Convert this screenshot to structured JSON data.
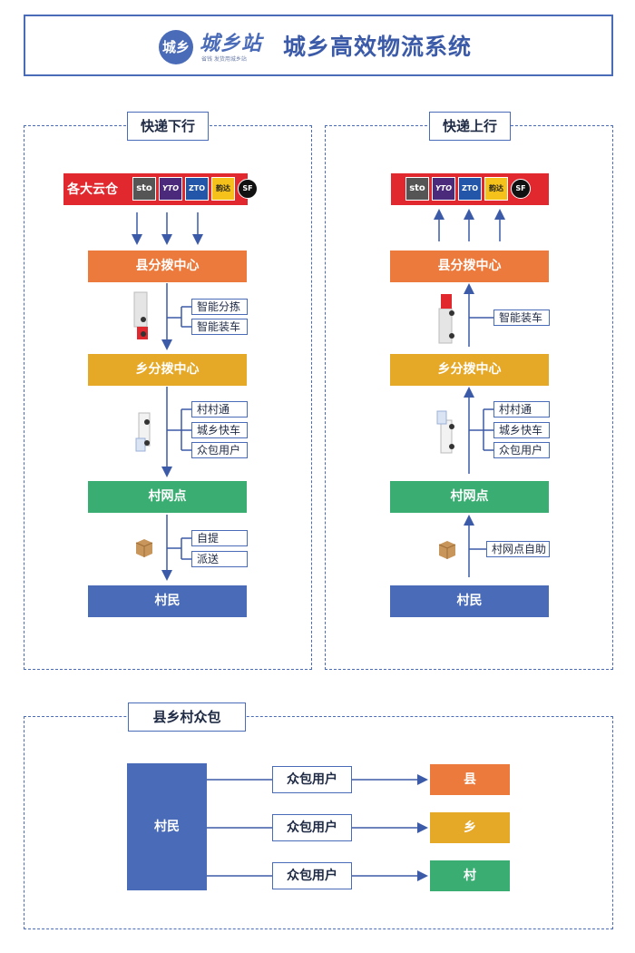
{
  "header": {
    "logo_badge": "城乡",
    "logo_text": "城乡站",
    "logo_slogan": "省钱 发货用城乡站",
    "title": "城乡高效物流系统"
  },
  "carriers": [
    "sto",
    "YTO",
    "ZTO",
    "韵达",
    "SF"
  ],
  "downlink": {
    "title": "快递下行",
    "warehouse": "各大云仓",
    "county": "县分拨中心",
    "county_tags": [
      "智能分拣",
      "智能装车"
    ],
    "township": "乡分拨中心",
    "township_tags": [
      "村村通",
      "城乡快车",
      "众包用户"
    ],
    "village": "村网点",
    "village_tags": [
      "自提",
      "派送"
    ],
    "villager": "村民"
  },
  "uplink": {
    "title": "快递上行",
    "county": "县分拨中心",
    "county_tags": [
      "智能装车"
    ],
    "township": "乡分拨中心",
    "township_tags": [
      "村村通",
      "城乡快车",
      "众包用户"
    ],
    "village": "村网点",
    "village_tags": [
      "村网点自助"
    ],
    "villager": "村民"
  },
  "crowdsource": {
    "title": "县乡村众包",
    "villager": "村民",
    "user_label": "众包用户",
    "destinations": [
      "县",
      "乡",
      "村"
    ]
  },
  "colors": {
    "primary": "#4a6bb8",
    "county": "#ec7a3c",
    "township": "#e6a827",
    "village": "#3aae72",
    "warehouse": "#e0282e"
  }
}
